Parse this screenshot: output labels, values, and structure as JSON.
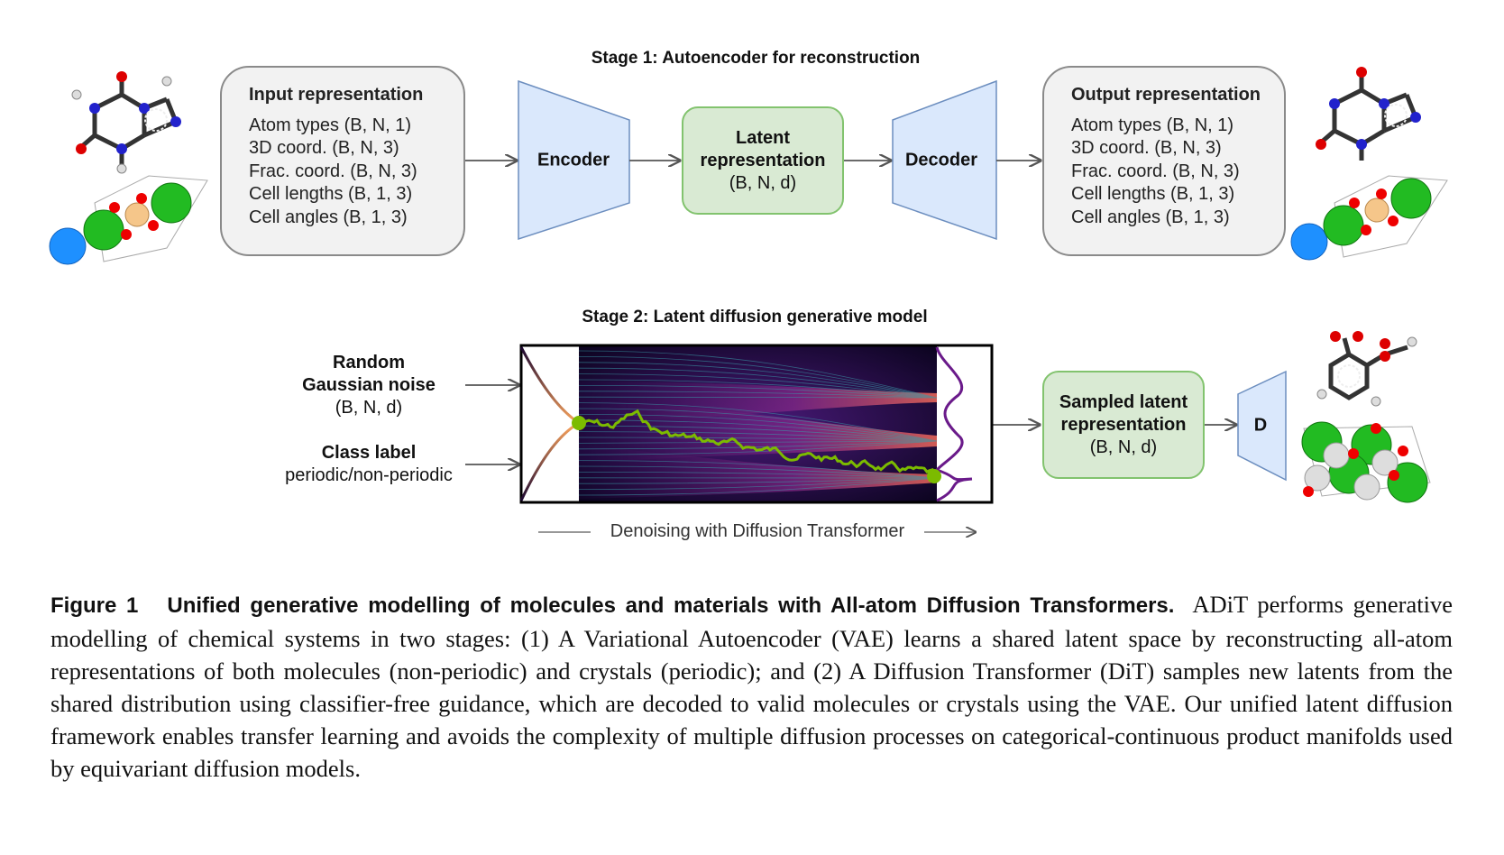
{
  "stage1": {
    "title": "Stage 1: Autoencoder for reconstruction",
    "input": {
      "heading": "Input representation",
      "items": [
        "Atom types (B, N, 1)",
        "3D coord. (B, N, 3)",
        "Frac. coord. (B, N, 3)",
        "Cell lengths (B, 1, 3)",
        "Cell angles (B, 1, 3)"
      ]
    },
    "encoder_label": "Encoder",
    "latent": {
      "line1": "Latent",
      "line2": "representation",
      "shape": "(B, N, d)"
    },
    "decoder_label": "Decoder",
    "output": {
      "heading": "Output representation",
      "items": [
        "Atom types (B, N, 1)",
        "3D coord. (B, N, 3)",
        "Frac. coord. (B, N, 3)",
        "Cell lengths (B, 1, 3)",
        "Cell angles (B, 1, 3)"
      ]
    }
  },
  "stage2": {
    "title": "Stage 2: Latent diffusion generative model",
    "noise": {
      "line1": "Random",
      "line2": "Gaussian noise",
      "shape": "(B, N, d)"
    },
    "class_label": {
      "heading": "Class label",
      "value": "periodic/non-periodic"
    },
    "sampled": {
      "line1": "Sampled latent",
      "line2": "representation",
      "shape": "(B, N, d)"
    },
    "decoder_short": "D",
    "denoising_label": "Denoising with Diffusion Transformer"
  },
  "caption": {
    "label": "Figure 1",
    "title": "Unified generative modelling of molecules and materials with All-atom Diffusion Transformers.",
    "body": "ADiT performs generative modelling of chemical systems in two stages: (1) A Variational Autoencoder (VAE) learns a shared latent space by reconstructing all-atom representations of both molecules (non-periodic) and crystals (periodic); and (2) A Diffusion Transformer (DiT) samples new latents from the shared distribution using classifier-free guidance, which are decoded to valid molecules or crystals using the VAE. Our unified latent diffusion framework enables transfer learning and avoids the complexity of multiple diffusion processes on categorical-continuous product manifolds used by equivariant diffusion models."
  },
  "colors": {
    "trapezoid_fill": "#dae8fc",
    "trapezoid_stroke": "#6c8ebf",
    "green_fill": "#d9ead3",
    "green_stroke": "#82c36e",
    "trajectory": "#7cbb00"
  }
}
